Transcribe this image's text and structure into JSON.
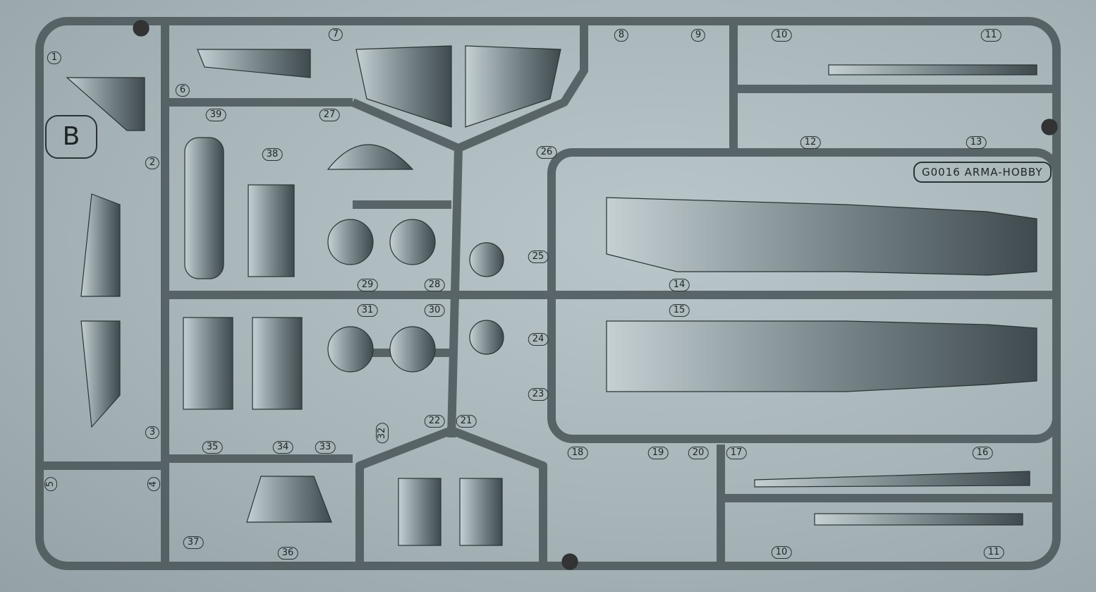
{
  "sprue": {
    "letter": "B",
    "code": "G0016 ARMA-HOBBY",
    "colors": {
      "plastic": "#a7b4b8",
      "runner": "#8f9ca0",
      "outline": "#2b3336"
    },
    "part_labels": [
      "1",
      "2",
      "3",
      "4",
      "5",
      "6",
      "7",
      "8",
      "9",
      "10",
      "11",
      "12",
      "13",
      "14",
      "15",
      "16",
      "17",
      "18",
      "19",
      "20",
      "21",
      "22",
      "23",
      "24",
      "25",
      "26",
      "27",
      "28",
      "29",
      "30",
      "31",
      "32",
      "33",
      "34",
      "35",
      "36",
      "37",
      "38",
      "39",
      "10",
      "11"
    ]
  }
}
